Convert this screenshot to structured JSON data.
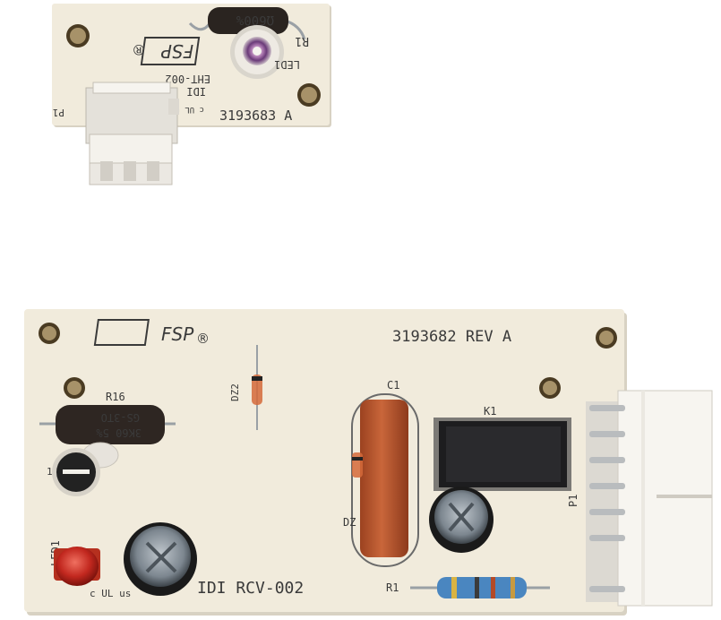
{
  "boards": {
    "small": {
      "brand": "FSP",
      "registered": "®",
      "part_number": "3193683 A",
      "model": "EHT-002",
      "maker": "IDI",
      "resistor_ref": "R1",
      "resistor_value": "Ω600%",
      "led_ref": "LED1",
      "connector_ref": "P1",
      "cert_mark": "c UL us"
    },
    "large": {
      "brand": "FSP",
      "registered": "®",
      "part_number": "3193682 REV A",
      "model_line": "IDI RCV-002",
      "r16_ref": "R16",
      "r16_marking": "GS-3TO",
      "r16_value": "3K60 5%",
      "dz2_ref": "DZ2",
      "c1_ref": "C1",
      "k1_ref": "K1",
      "p1_ref": "P1",
      "dz_ref": "DZ",
      "r1_ref": "R1",
      "led1_ref": "LED1",
      "ul_mark": "c UL us",
      "transistor_pin": "1"
    }
  },
  "colors": {
    "pcb": "#f1ebdc",
    "pcb_shadow": "#d8d2c3",
    "connector": "#f7f5f0",
    "relay": "#1d1d1f",
    "film_cap": "#b5522a",
    "led": "#c2281f",
    "resistor_blue": "#4a86c0"
  }
}
